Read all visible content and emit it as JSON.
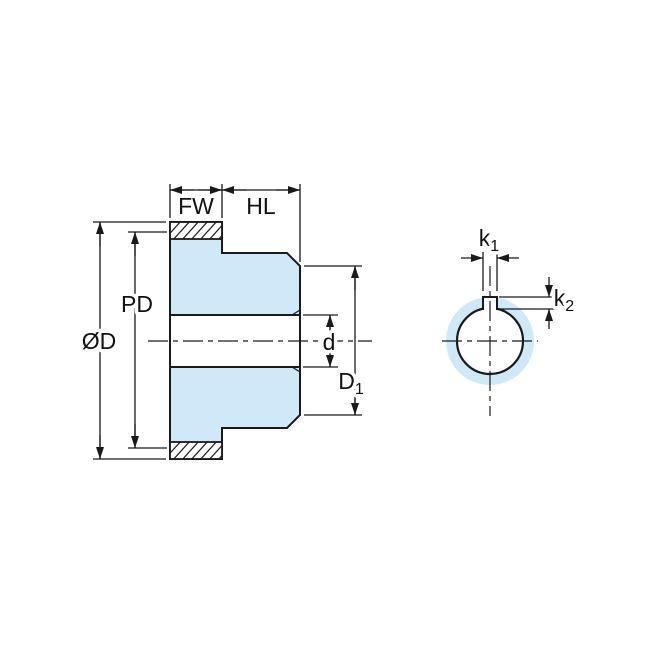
{
  "diagram": {
    "colors": {
      "part_fill": "#cfe9f8",
      "line": "#1a1a1a",
      "background": "#ffffff"
    },
    "labels": {
      "fw": "FW",
      "hl": "HL",
      "pd": "PD",
      "od": "ØD",
      "d": "d",
      "d1": {
        "base": "D",
        "sub": "1"
      },
      "k1": {
        "base": "k",
        "sub": "1"
      },
      "k2": {
        "base": "k",
        "sub": "2"
      }
    }
  }
}
